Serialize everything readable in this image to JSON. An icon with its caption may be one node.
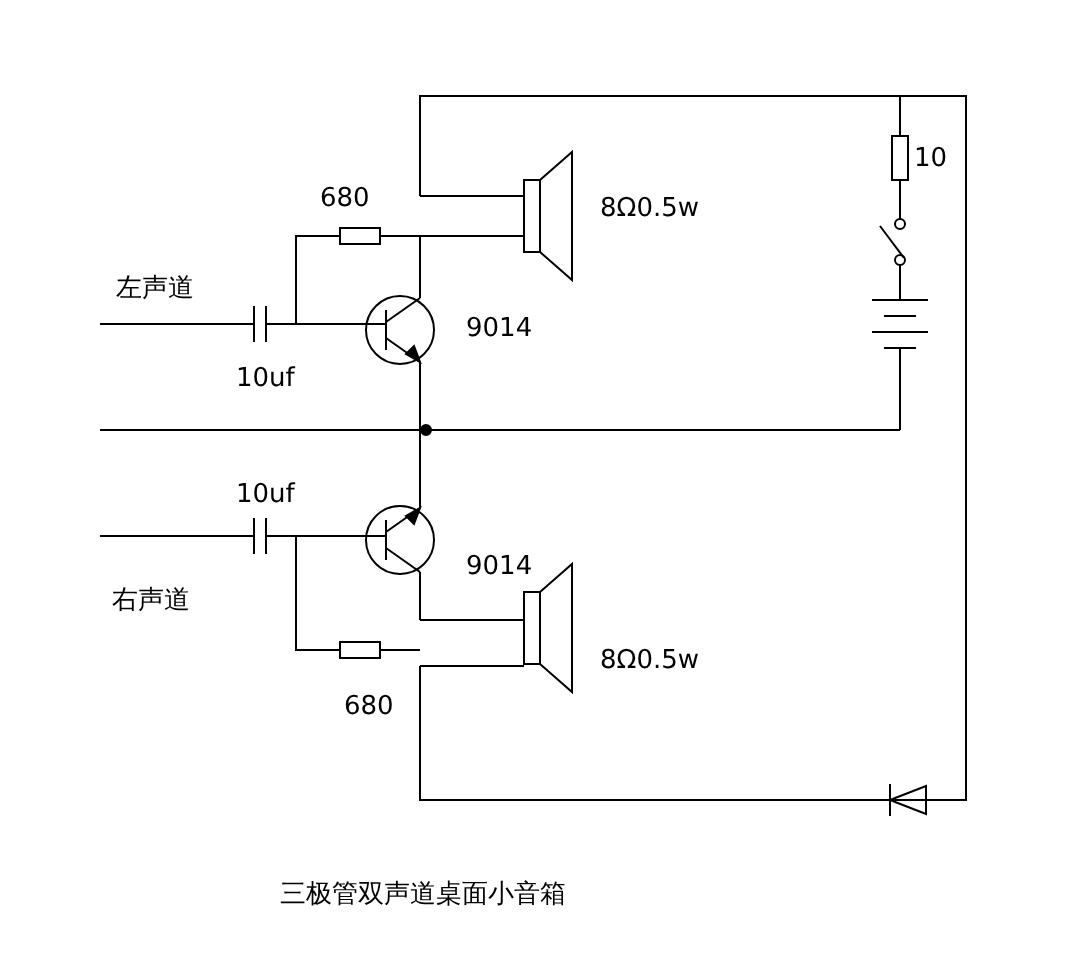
{
  "diagram": {
    "caption": "三极管双声道桌面小音箱",
    "labels": [
      "10",
      "680",
      "8Ω0.5w",
      "左声道",
      "9014",
      "10uf",
      "10uf",
      "9014",
      "右声道",
      "8Ω0.5w",
      "680"
    ]
  }
}
